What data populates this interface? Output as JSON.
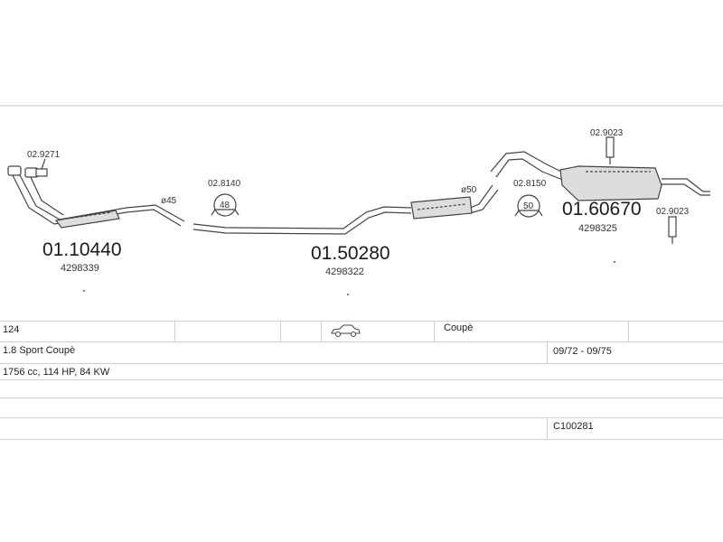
{
  "parts": {
    "front_pipe": {
      "number": "01.10440",
      "oem": "4298339"
    },
    "middle_pipe": {
      "number": "01.50280",
      "oem": "4298322"
    },
    "rear_silencer": {
      "number": "01.60670",
      "oem": "4298325"
    }
  },
  "clamps": {
    "c1": {
      "number": "02.9271"
    },
    "c2": {
      "number": "02.8140",
      "size": "48"
    },
    "c3": {
      "number": "02.8150",
      "size": "50"
    },
    "c4": {
      "number": "02.9023"
    },
    "c5": {
      "number": "02.9023"
    }
  },
  "diameters": {
    "d1": "ø45",
    "d2": "ø50"
  },
  "vehicle": {
    "model": "124",
    "body": "Coupè",
    "variant": "1.8 Sport Coupè",
    "years": "09/72 - 09/75",
    "engine": "1756 cc, 114 HP, 84 KW",
    "kit_code": "C100281"
  },
  "icons": {
    "car": "car-silhouette-icon"
  },
  "colors": {
    "line": "#cfcfcf",
    "drawing": "#444444"
  }
}
